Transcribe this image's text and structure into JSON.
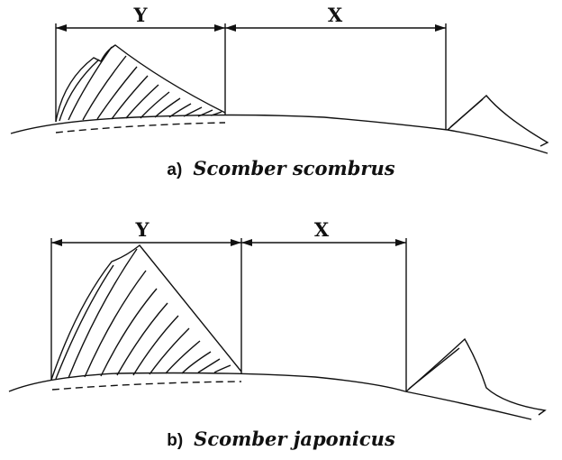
{
  "figure": {
    "panel_a": {
      "letter": "a)",
      "species": "Scomber scombrus",
      "dimension_labels": {
        "y": "Y",
        "x": "X"
      }
    },
    "panel_b": {
      "letter": "b)",
      "species": "Scomber japonicus",
      "dimension_labels": {
        "y": "Y",
        "x": "X"
      }
    }
  }
}
